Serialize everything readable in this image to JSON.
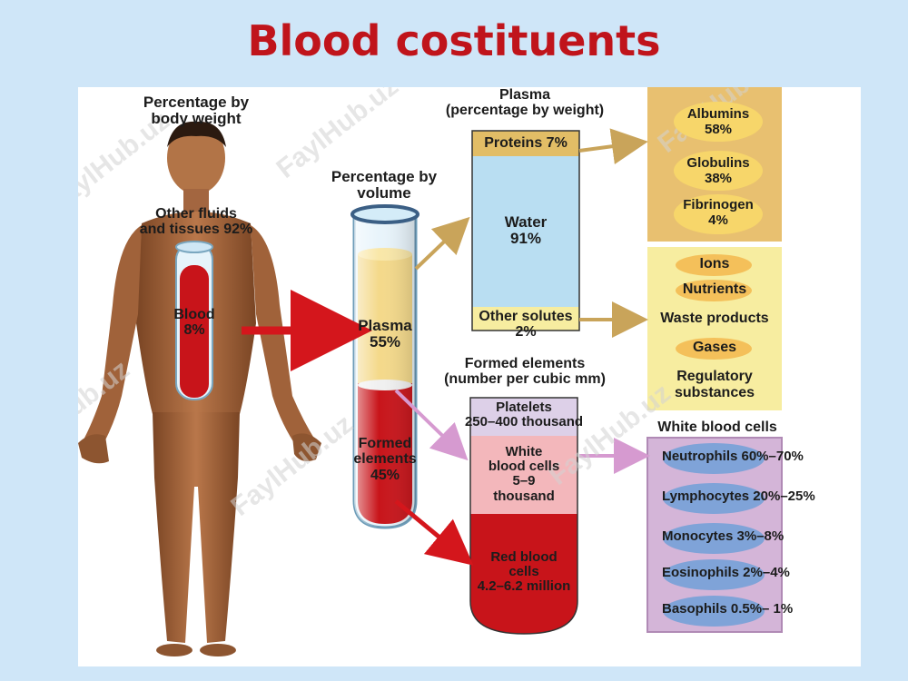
{
  "page": {
    "title": "Blood costituents"
  },
  "watermark": "FaylHub.uz",
  "body_section": {
    "heading": "Percentage by\nbody weight",
    "other_fluids": "Other fluids\nand tissues 92%",
    "blood": "Blood\n8%"
  },
  "tube_section": {
    "heading": "Percentage by\nvolume",
    "plasma": "Plasma\n55%",
    "formed": "Formed\nelements\n45%"
  },
  "plasma_section": {
    "heading": "Plasma\n(percentage by weight)",
    "proteins": "Proteins 7%",
    "water": "Water\n91%",
    "other_solutes": "Other solutes\n2%"
  },
  "proteins_box": {
    "items": [
      "Albumins\n58%",
      "Globulins\n38%",
      "Fibrinogen\n4%"
    ]
  },
  "solutes_box": {
    "items": [
      "Ions",
      "Nutrients",
      "Waste products",
      "Gases",
      "Regulatory\nsubstances"
    ]
  },
  "formed_section": {
    "heading": "Formed elements\n(number per cubic mm)",
    "platelets": "Platelets\n250–400 thousand",
    "wbc": "White\nblood cells\n5–9\nthousand",
    "rbc": "Red blood\ncells\n4.2–6.2 million"
  },
  "wbc_box": {
    "heading": "White blood cells",
    "items": [
      "Neutrophils 60%–70%",
      "Lymphocytes 20%–25%",
      "Monocytes 3%–8%",
      "Eosinophils 2%–4%",
      "Basophils 0.5%– 1%"
    ]
  },
  "colors": {
    "title": "#c0141b",
    "plasma_yellow": "#f4d98a",
    "water_blue": "#b9def2",
    "blood_red": "#c8141a",
    "protein_box": "#e8c070",
    "solute_box": "#f7eda0",
    "wbc_box": "#d4b5d8",
    "skin": "#a0623a"
  }
}
